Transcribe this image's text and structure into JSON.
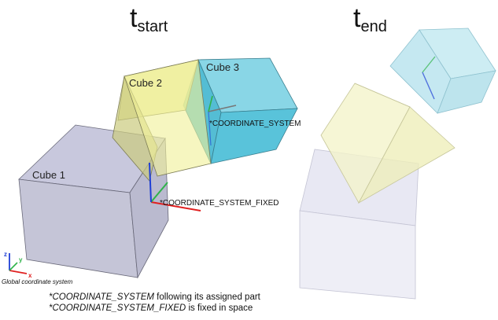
{
  "panels": {
    "start": {
      "title_main": "t",
      "title_sub": "start"
    },
    "end": {
      "title_main": "t",
      "title_sub": "end"
    }
  },
  "cubes": {
    "cube1": {
      "label": "Cube 1",
      "color": "#b9b9d3"
    },
    "cube2": {
      "label": "Cube 2",
      "color": "#e5e58d"
    },
    "cube3": {
      "label": "Cube 3",
      "color": "#3cb9d4"
    }
  },
  "coordinate_systems": {
    "moving": {
      "label": "*COORDINATE_SYSTEM"
    },
    "fixed": {
      "label": "*COORDINATE_SYSTEM_FIXED"
    }
  },
  "global_cs": {
    "label": "Global coordinate system",
    "axis_z": "z",
    "axis_y": "y",
    "axis_x": "x"
  },
  "axis_colors": {
    "x": "#e02020",
    "y": "#2fb34a",
    "z": "#1f3fd6"
  },
  "notes": {
    "line1_keyword": "*COORDINATE_SYSTEM",
    "line1_rest": " following its assigned part",
    "line2_keyword": "*COORDINATE_SYSTEM_FIXED",
    "line2_rest": " is fixed in space"
  }
}
